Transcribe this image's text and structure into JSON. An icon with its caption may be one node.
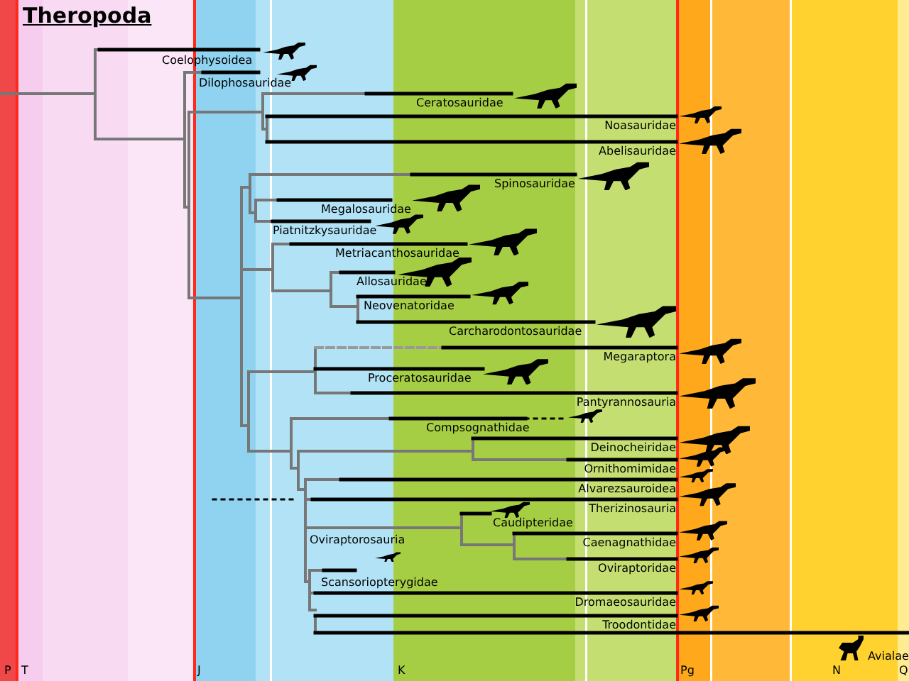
{
  "diagram": {
    "title": "Theropoda",
    "labels": [
      "Coelophysoidea",
      "Dilophosauridae",
      "Ceratosauridae",
      "Noasauridae",
      "Abelisauridae",
      "Spinosauridae",
      "Megalosauridae",
      "Piatnitzkysauridae",
      "Metriacanthosauridae",
      "Allosauridae",
      "Neovenatoridae",
      "Carcharodontosauridae",
      "Megaraptora",
      "Proceratosauridae",
      "Pantyrannosauria",
      "Compsognathidae",
      "Deinocheiridae",
      "Ornithomimidae",
      "Alvarezsauroidea",
      "Therizinosauria",
      "Caudipteridae",
      "Oviraptorosauria",
      "Caenagnathidae",
      "Oviraptoridae",
      "Scansoriopterygidae",
      "Dromaeosauridae",
      "Troodontidae",
      "Avialae",
      "P",
      "T",
      "J",
      "K",
      "Pg",
      "N",
      "Q"
    ]
  }
}
